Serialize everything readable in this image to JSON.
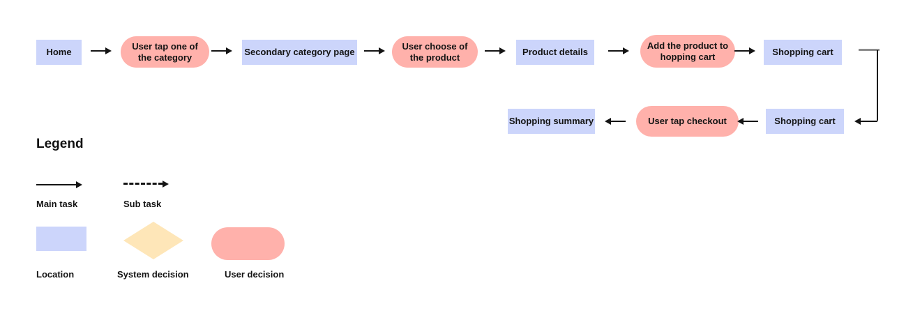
{
  "diagram": {
    "row1": [
      {
        "label": "Home",
        "type": "location"
      },
      {
        "label": "User tap one of the category",
        "type": "user-decision"
      },
      {
        "label": "Secondary category page",
        "type": "location"
      },
      {
        "label": "User choose of the product",
        "type": "user-decision"
      },
      {
        "label": "Product details",
        "type": "location"
      },
      {
        "label": "Add the product to hopping cart",
        "type": "user-decision"
      },
      {
        "label": "Shopping cart",
        "type": "location"
      }
    ],
    "row2": [
      {
        "label": "Shopping summary",
        "type": "location"
      },
      {
        "label": "User tap checkout",
        "type": "user-decision"
      },
      {
        "label": "Shopping cart",
        "type": "location"
      }
    ]
  },
  "legend": {
    "title": "Legend",
    "arrow_items": [
      {
        "label": "Main task",
        "style": "solid-arrow"
      },
      {
        "label": "Sub task",
        "style": "dashed-arrow"
      }
    ],
    "shape_items": [
      {
        "label": "Location",
        "shape": "rectangle",
        "color": "#ccd5fb"
      },
      {
        "label": "System decision",
        "shape": "diamond",
        "color": "#fee6b8"
      },
      {
        "label": "User decision",
        "shape": "pill",
        "color": "#ffb1ab"
      }
    ]
  },
  "colors": {
    "location_fill": "#ccd5fb",
    "user_decision_fill": "#ffb1ab",
    "system_decision_fill": "#fee6b8",
    "line": "#141414",
    "connector_stub": "#8c8c8c",
    "background": "#ffffff"
  }
}
